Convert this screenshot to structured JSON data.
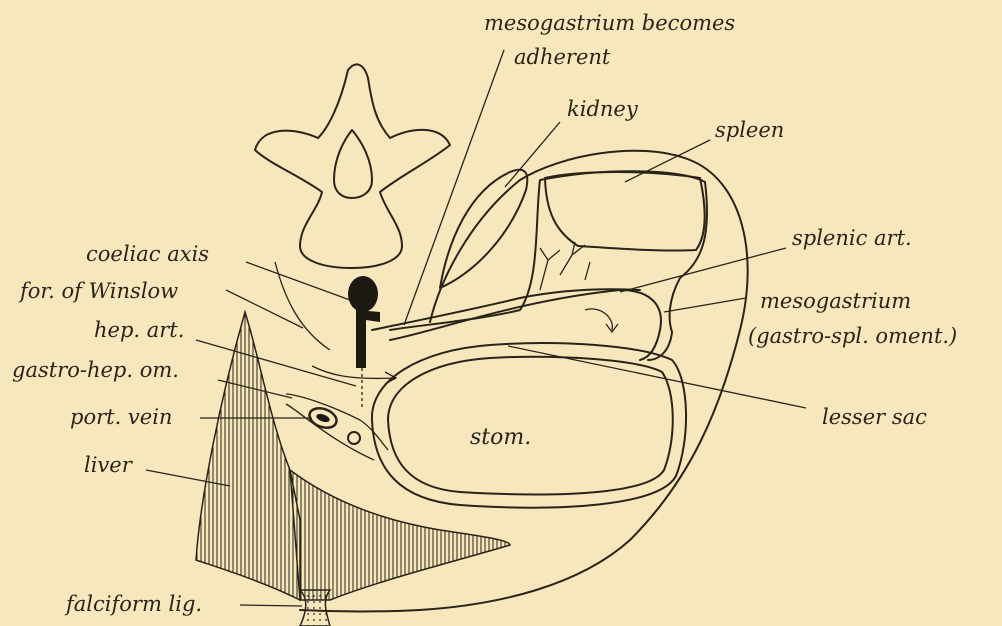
{
  "labels": {
    "mesogastrium_becomes": "mesogastrium becomes",
    "adherent": "adherent",
    "kidney": "kidney",
    "spleen": "spleen",
    "splenic_art": "splenic art.",
    "coeliac_axis": "coeliac axis",
    "for_of_winslow": "for. of Winslow",
    "mesogastrium": "mesogastrium",
    "gastro_spl_oment": "(gastro-spl. oment.)",
    "hep_art": "hep. art.",
    "gastro_hep_om": "gastro-hep. om.",
    "port_vein": "port. vein",
    "stom": "stom.",
    "lesser_sac": "lesser sac",
    "liver": "liver",
    "falciform_lig": "falciform lig."
  },
  "colors": {
    "background": "#f7e7bd",
    "ink": "#2a2418"
  }
}
